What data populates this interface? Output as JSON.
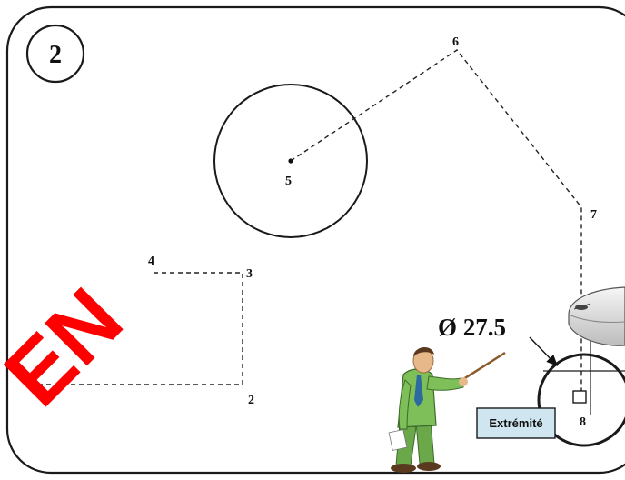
{
  "step_number": "2",
  "points": [
    {
      "id": "p2",
      "label": "2"
    },
    {
      "id": "p3",
      "label": "3"
    },
    {
      "id": "p4",
      "label": "4"
    },
    {
      "id": "p5",
      "label": "5"
    },
    {
      "id": "p6",
      "label": "6"
    },
    {
      "id": "p7",
      "label": "7"
    },
    {
      "id": "p8",
      "label": "8"
    }
  ],
  "dimension_label": "Ø 27.5",
  "tooltip_label": "Extrémité",
  "watermark_text": "EN",
  "colors": {
    "frame": "#1a1a1a",
    "path": "#222222",
    "watermark": "#ff0000",
    "tooltip_bg": "#cfe6f0",
    "figure_suit": "#7fbf5a",
    "figure_skin": "#e7b98a",
    "mouse_body": "#e8e8e8"
  }
}
